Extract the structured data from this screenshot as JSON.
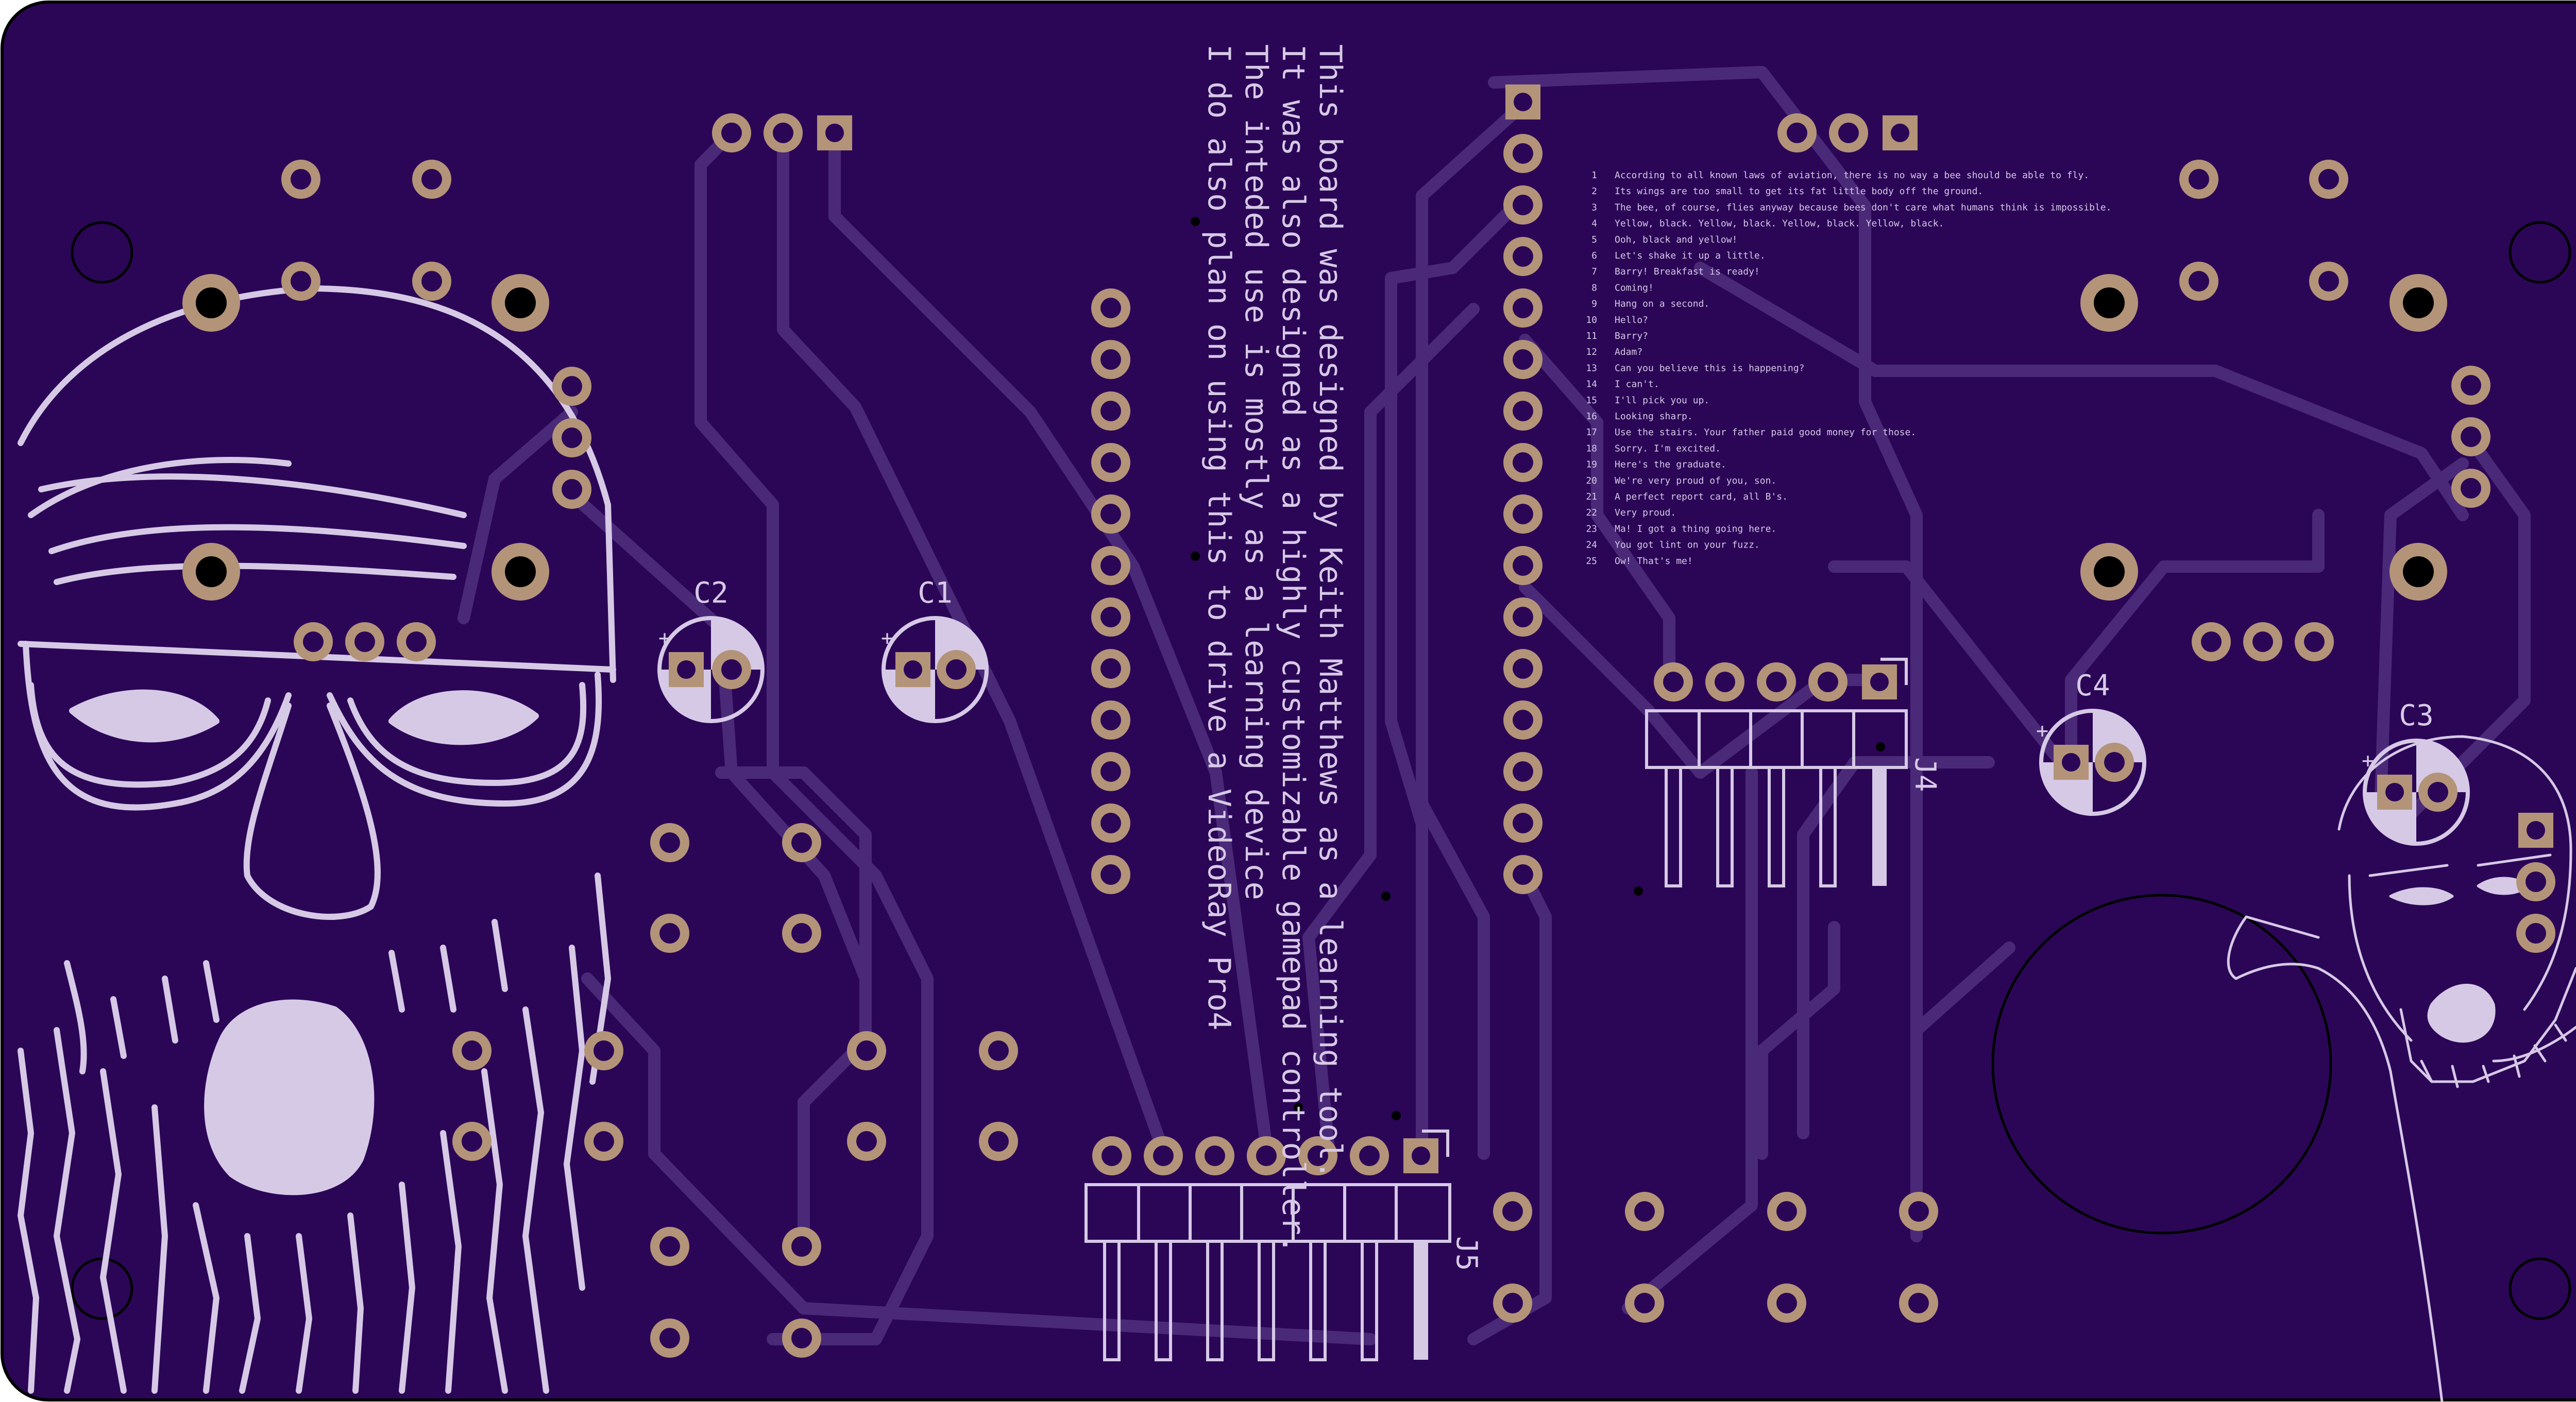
{
  "colors": {
    "board": "#2b0657",
    "trace": "#4a2a78",
    "silk": "#d6c9e6",
    "pad_ring": "#b39478",
    "pad_hole": "#2b0657",
    "outline": "#000000"
  },
  "designators": {
    "c1": "C1",
    "c2": "C2",
    "c3": "C3",
    "c4": "C4",
    "j4": "J4",
    "j5": "J5",
    "plus": "+"
  },
  "credit_lines": [
    "This board was designed by Keith Matthews as a learning tool.",
    "It was also designed as a highly customizable gamepad controller.",
    "The inteded use is mostly as a learning device",
    "I do also plan on using this to drive a VideoRay Pro4"
  ],
  "script_lines": [
    {
      "num": "1",
      "text": "According to all known laws of aviation, there is no way a bee should be able to fly."
    },
    {
      "num": "2",
      "text": "Its wings are too small to get its fat little body off the ground."
    },
    {
      "num": "3",
      "text": "The bee, of course, flies anyway because bees don't care what humans think is impossible."
    },
    {
      "num": "4",
      "text": "Yellow, black. Yellow, black. Yellow, black. Yellow, black."
    },
    {
      "num": "5",
      "text": "Ooh, black and yellow!"
    },
    {
      "num": "6",
      "text": "Let's shake it up a little."
    },
    {
      "num": "7",
      "text": "Barry! Breakfast is ready!"
    },
    {
      "num": "8",
      "text": "Coming!"
    },
    {
      "num": "9",
      "text": "Hang on a second."
    },
    {
      "num": "10",
      "text": "Hello?"
    },
    {
      "num": "11",
      "text": "Barry?"
    },
    {
      "num": "12",
      "text": "Adam?"
    },
    {
      "num": "13",
      "text": "Can you believe this is happening?"
    },
    {
      "num": "14",
      "text": "I can't."
    },
    {
      "num": "15",
      "text": "I'll pick you up."
    },
    {
      "num": "16",
      "text": "Looking sharp."
    },
    {
      "num": "17",
      "text": "Use the stairs. Your father paid good money for those."
    },
    {
      "num": "18",
      "text": "Sorry. I'm excited."
    },
    {
      "num": "19",
      "text": "Here's the graduate."
    },
    {
      "num": "20",
      "text": "We're very proud of you, son."
    },
    {
      "num": "21",
      "text": "A perfect report card, all B's."
    },
    {
      "num": "22",
      "text": "Very proud."
    },
    {
      "num": "23",
      "text": "Ma! I got a thing going here."
    },
    {
      "num": "24",
      "text": "You got lint on your fuzz."
    },
    {
      "num": "25",
      "text": "Ow! That's me!"
    }
  ]
}
